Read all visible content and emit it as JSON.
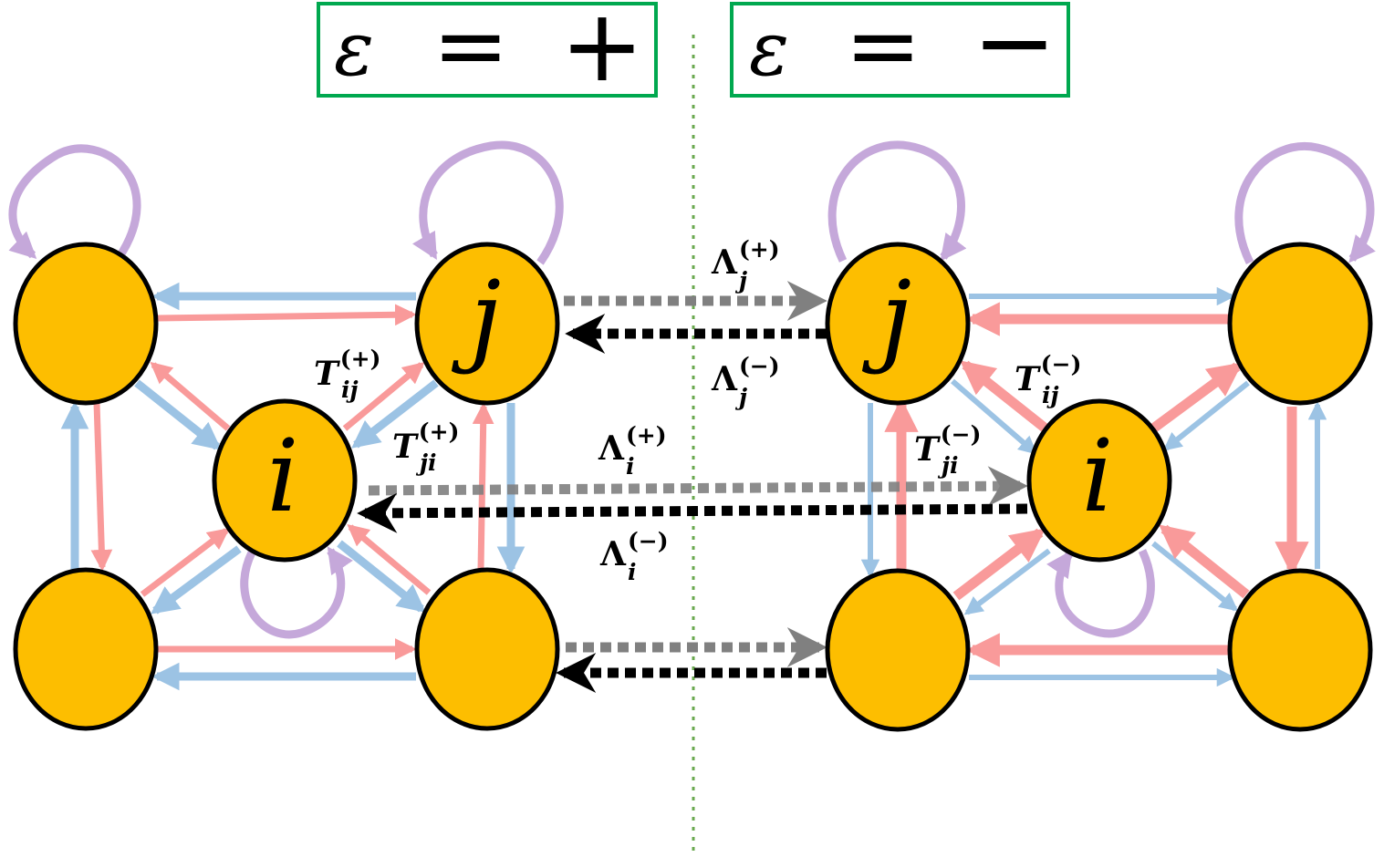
{
  "panels": {
    "left": {
      "epsilon": "ε",
      "equals": "=",
      "sign": "+"
    },
    "right": {
      "epsilon": "ε",
      "equals": "=",
      "sign": "−"
    }
  },
  "nodes": {
    "left_j": "j",
    "left_i": "i",
    "right_j": "j",
    "right_i": "i"
  },
  "labels": {
    "T_ij_plus": {
      "base": "T",
      "sub": "ij",
      "sup": "(+)"
    },
    "T_ji_plus": {
      "base": "T",
      "sub": "ji",
      "sup": "(+)"
    },
    "T_ij_minus": {
      "base": "T",
      "sub": "ij",
      "sup": "(−)"
    },
    "T_ji_minus": {
      "base": "T",
      "sub": "ji",
      "sup": "(−)"
    },
    "Lambda_j_plus": {
      "base": "Λ",
      "sub": "j",
      "sup": "(+)"
    },
    "Lambda_j_minus": {
      "base": "Λ",
      "sub": "j",
      "sup": "(−)"
    },
    "Lambda_i_plus": {
      "base": "Λ",
      "sub": "i",
      "sup": "(+)"
    },
    "Lambda_i_minus": {
      "base": "Λ",
      "sub": "i",
      "sup": "(−)"
    }
  },
  "colors": {
    "node_fill": "#FDBE00",
    "node_stroke": "#000000",
    "pink": "#F99A9A",
    "blue": "#9CC3E4",
    "purple": "#C5A8DA",
    "green_box": "#00A84F",
    "green_divider": "#6AA84F",
    "dash_gray": "#808080",
    "dash_black": "#000000"
  }
}
